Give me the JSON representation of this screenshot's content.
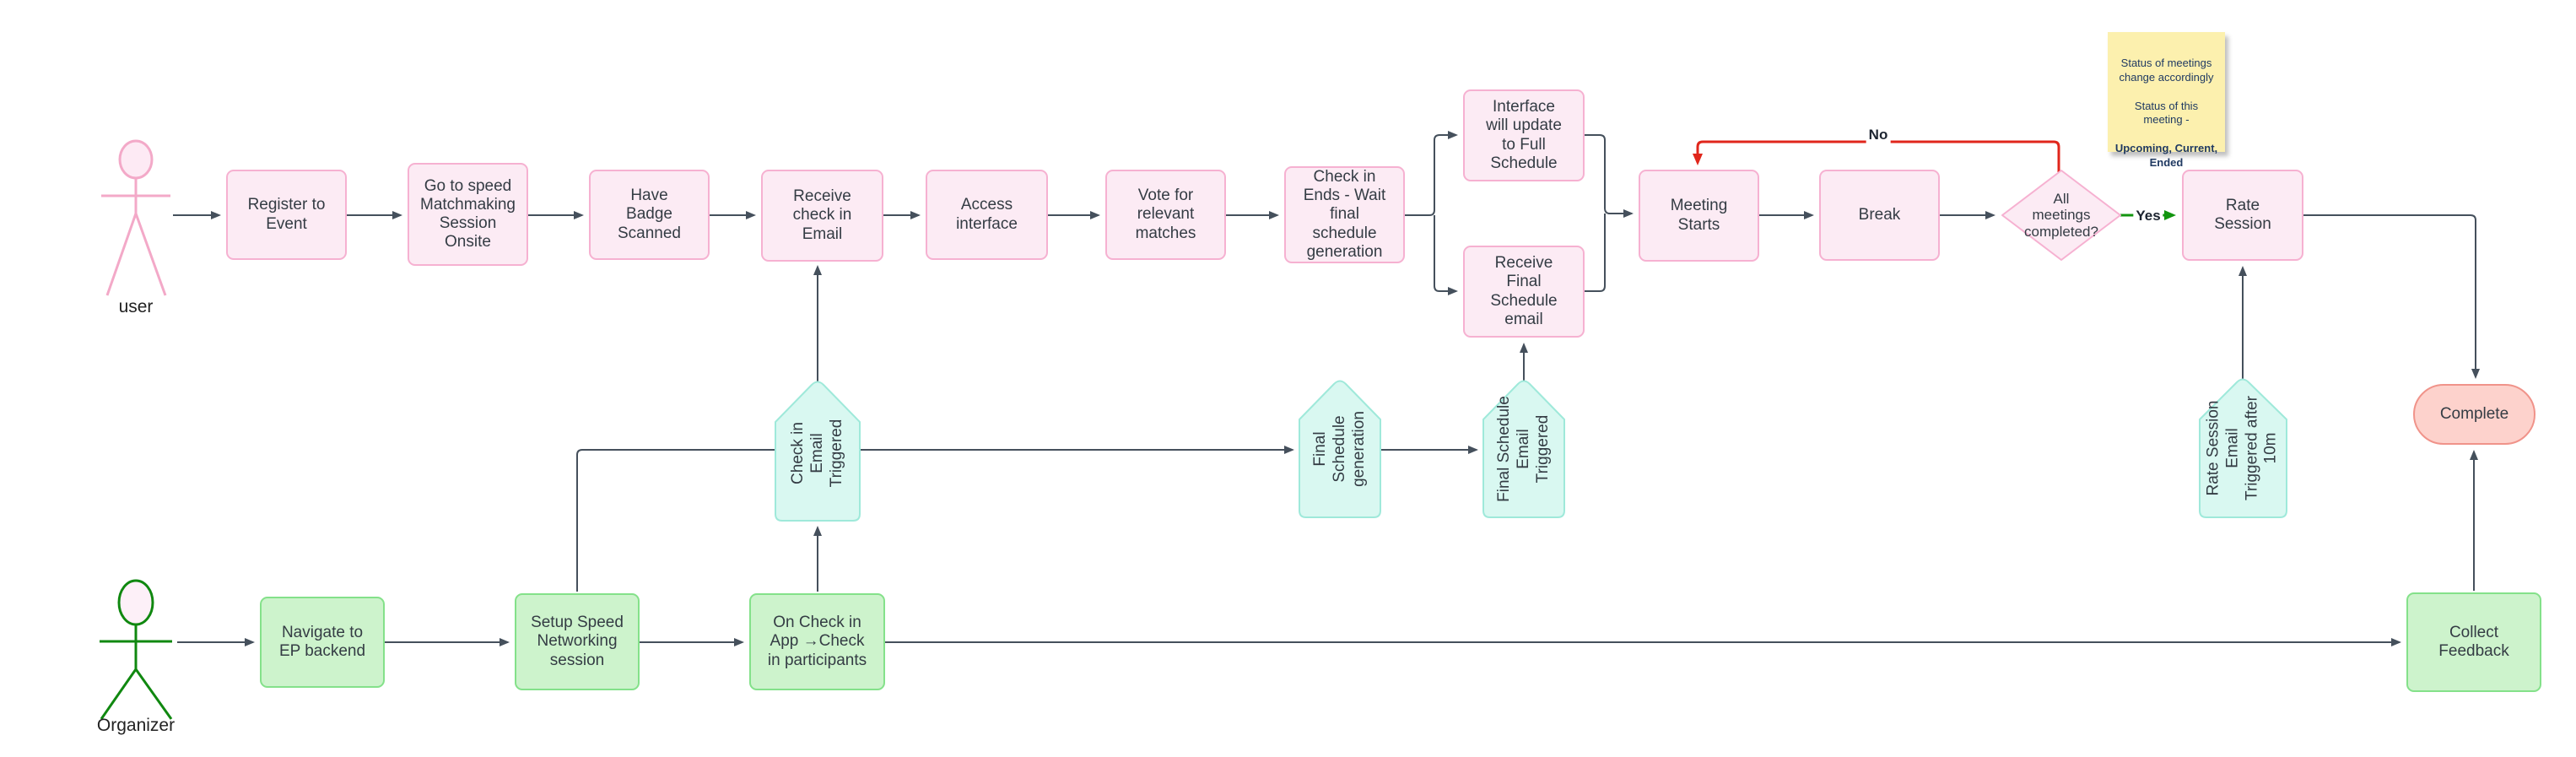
{
  "lanes": {
    "user": "user",
    "organizer": "Organizer"
  },
  "nodes": {
    "register": "Register to\nEvent",
    "goto_session": "Go to speed\nMatchmaking\nSession\nOnsite",
    "badge": "Have\nBadge\nScanned",
    "receive_checkin_email": "Receive\ncheck in\nEmail",
    "access_interface": "Access\ninterface",
    "vote": "Vote for\nrelevant\nmatches",
    "checkin_ends": "Check in\nEnds - Wait\nfinal\nschedule\ngeneration",
    "interface_update": "Interface\nwill update\nto Full\nSchedule",
    "receive_final_email": "Receive\nFinal\nSchedule\nemail",
    "meeting_starts": "Meeting\nStarts",
    "break_node": "Break",
    "all_meetings": "All\nmeetings\ncompleted?",
    "rate_session": "Rate\nSession",
    "complete": "Complete",
    "collect_feedback": "Collect\nFeedback",
    "navigate": "Navigate to\nEP backend",
    "setup": "Setup Speed\nNetworking\nsession",
    "on_checkin": "On Check in\nApp →Check\nin participants",
    "p_checkin_email": "Check in\nEmail\nTriggered",
    "p_final_gen": "Final\nSchedule\ngeneration",
    "p_final_email": "Final Schedule\nEmail\nTriggered",
    "p_rate_email": "Rate Session\nEmail\nTriggered after\n10m"
  },
  "edge_labels": {
    "yes": "Yes",
    "no": "No"
  },
  "note": {
    "text1": "Status of meetings\nchange accordingly",
    "text2": "Status of this\nmeeting -",
    "bold": "Upcoming, Current,\nEnded"
  },
  "colors": {
    "pink_fill": "#fcebf4",
    "pink_border": "#f6b1d1",
    "green_fill": "#cdf3cc",
    "green_border": "#84e18a",
    "teal_fill": "#d9f8f1",
    "teal_border": "#9fe9da",
    "stadium_fill": "#fdd2cc",
    "stadium_border": "#f0938a",
    "note_fill": "#fcf0ae",
    "note_text": "#203a62",
    "connector": "#45505c",
    "no_branch": "#e0261b",
    "yes_branch": "#12950f",
    "user_figure": "#f3a9c8",
    "organizer_figure": "#108810"
  }
}
